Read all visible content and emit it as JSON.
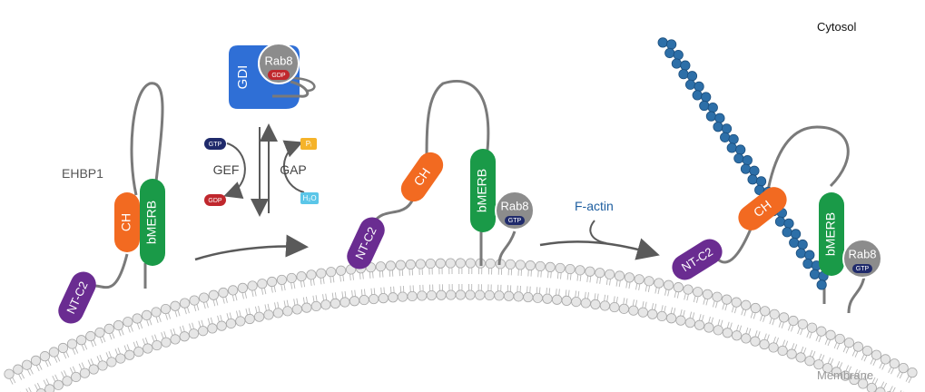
{
  "labels": {
    "ehbp1": "EHBP1",
    "cytosol": "Cytosol",
    "membrane": "Membrane",
    "f_actin": "F-actin",
    "gef": "GEF",
    "gap": "GAP"
  },
  "domains": {
    "ch": "CH",
    "bmerb": "bMERB",
    "nt_c2": "NT-C2",
    "gdi": "GDI",
    "rab8": "Rab8",
    "gdp": "GDP",
    "gtp": "GTP"
  },
  "nucleotides": {
    "gtp": "GTP",
    "gdp": "GDP",
    "pi": "Pᵢ",
    "h2o": "H₂O"
  },
  "colors": {
    "ch": "#f26a21",
    "bmerb": "#1a9a48",
    "nt_c2": "#6a2c91",
    "gdi": "#2f6fd6",
    "rab8": "#8c8c8c",
    "gdp_badge": "#c0272d",
    "gtp_badge": "#1f2a6b",
    "pi_badge": "#f5b32a",
    "h2o_badge": "#5bc6e8",
    "f_actin": "#2d6fa8",
    "linker": "#7a7a7a",
    "lipid_head": "#e6e6e6",
    "label_blue": "#1f5fa0"
  }
}
